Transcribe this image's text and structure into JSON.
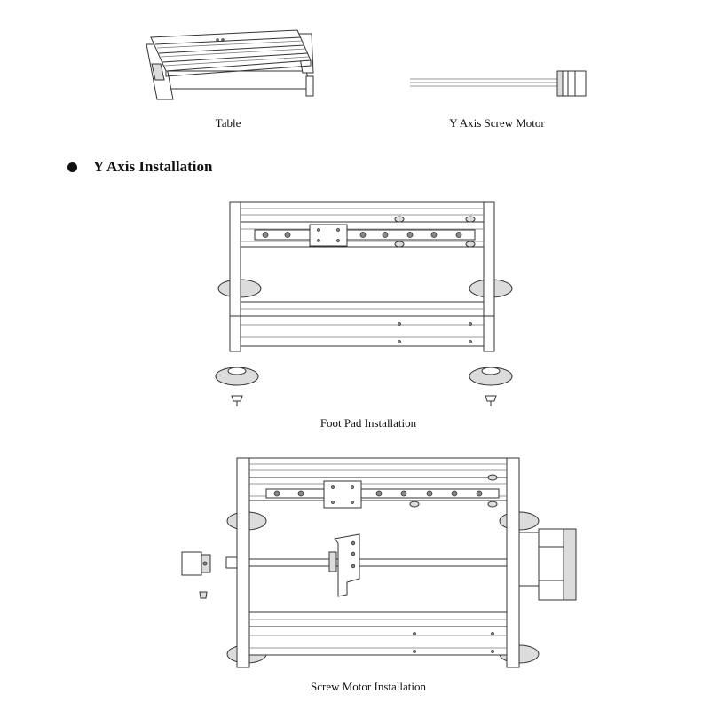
{
  "captions": {
    "table": "Table",
    "motor": "Y Axis Screw Motor",
    "footpad": "Foot Pad Installation",
    "screw_motor": "Screw Motor Installation"
  },
  "section": {
    "heading": "Y Axis Installation"
  }
}
